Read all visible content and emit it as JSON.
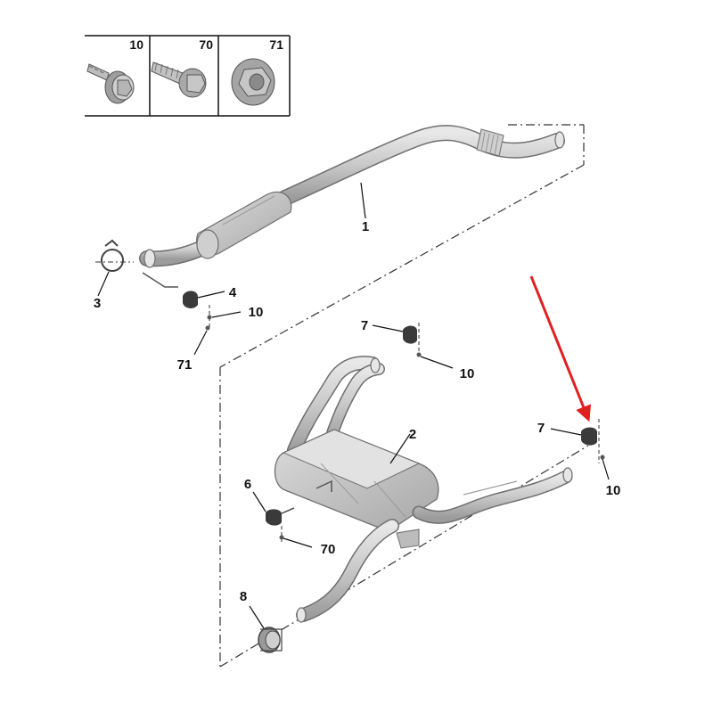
{
  "fastener_table": {
    "columns": [
      {
        "part": "10",
        "icon": "flange-bolt-icon"
      },
      {
        "part": "70",
        "icon": "screw-icon"
      },
      {
        "part": "71",
        "icon": "flange-nut-icon"
      }
    ]
  },
  "callouts": {
    "front_pipe": "1",
    "rear_silencer": "2",
    "clamp_front": "3",
    "mount_front": "4",
    "bolt_front": "10",
    "nut_front": "71",
    "hanger_upper": "7",
    "bolt_upper": "10",
    "hanger_right": "7",
    "bolt_right": "10",
    "bracket_left": "6",
    "screw_left": "70",
    "clamp_rear": "8"
  },
  "colors": {
    "part_fill": "#d4d4d4",
    "part_stroke": "#6e6e6e",
    "rubber": "#3a3a3a",
    "highlight_arrow": "#e02020",
    "ink": "#111111"
  }
}
